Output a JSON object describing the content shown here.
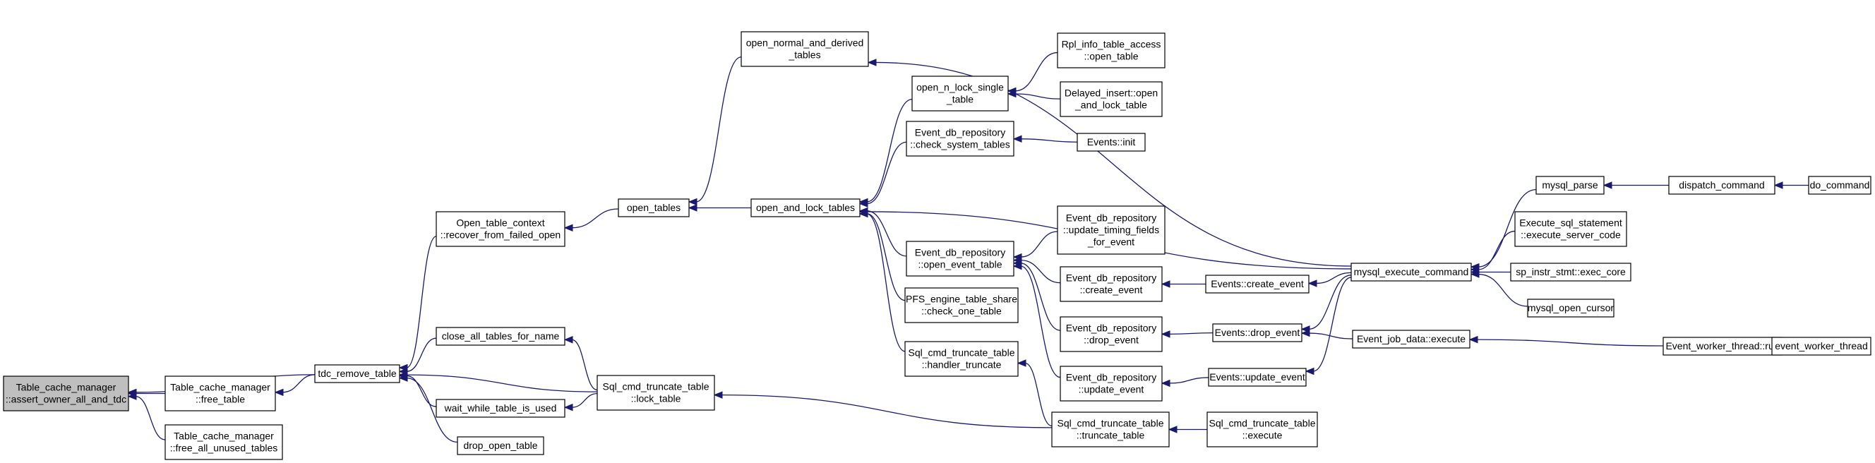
{
  "graph": {
    "nodes": [
      {
        "id": "root",
        "lines": [
          "Table_cache_manager",
          "::assert_owner_all_and_tdc"
        ],
        "root": true
      },
      {
        "id": "free_table",
        "lines": [
          "Table_cache_manager",
          "::free_table"
        ]
      },
      {
        "id": "free_all_unused",
        "lines": [
          "Table_cache_manager",
          "::free_all_unused_tables"
        ]
      },
      {
        "id": "tdc_remove_table",
        "lines": [
          "tdc_remove_table"
        ]
      },
      {
        "id": "recover",
        "lines": [
          "Open_table_context",
          "::recover_from_failed_open"
        ]
      },
      {
        "id": "close_all",
        "lines": [
          "close_all_tables_for_name"
        ]
      },
      {
        "id": "wait_while",
        "lines": [
          "wait_while_table_is_used"
        ]
      },
      {
        "id": "drop_open",
        "lines": [
          "drop_open_table"
        ]
      },
      {
        "id": "lock_table",
        "lines": [
          "Sql_cmd_truncate_table",
          "::lock_table"
        ]
      },
      {
        "id": "open_tables",
        "lines": [
          "open_tables"
        ]
      },
      {
        "id": "open_normal",
        "lines": [
          "open_normal_and_derived",
          "_tables"
        ]
      },
      {
        "id": "open_and_lock",
        "lines": [
          "open_and_lock_tables"
        ]
      },
      {
        "id": "open_n_lock_single",
        "lines": [
          "open_n_lock_single",
          "_table"
        ]
      },
      {
        "id": "check_system",
        "lines": [
          "Event_db_repository",
          "::check_system_tables"
        ]
      },
      {
        "id": "open_event_table",
        "lines": [
          "Event_db_repository",
          "::open_event_table"
        ]
      },
      {
        "id": "pfs_check",
        "lines": [
          "PFS_engine_table_share",
          "::check_one_table"
        ]
      },
      {
        "id": "handler_truncate",
        "lines": [
          "Sql_cmd_truncate_table",
          "::handler_truncate"
        ]
      },
      {
        "id": "rpl_open",
        "lines": [
          "Rpl_info_table_access",
          "::open_table"
        ]
      },
      {
        "id": "delayed_open",
        "lines": [
          "Delayed_insert::open",
          "_and_lock_table"
        ]
      },
      {
        "id": "events_init",
        "lines": [
          "Events::init"
        ]
      },
      {
        "id": "update_timing",
        "lines": [
          "Event_db_repository",
          "::update_timing_fields",
          "_for_event"
        ]
      },
      {
        "id": "repo_create",
        "lines": [
          "Event_db_repository",
          "::create_event"
        ]
      },
      {
        "id": "repo_drop",
        "lines": [
          "Event_db_repository",
          "::drop_event"
        ]
      },
      {
        "id": "repo_update",
        "lines": [
          "Event_db_repository",
          "::update_event"
        ]
      },
      {
        "id": "truncate_table",
        "lines": [
          "Sql_cmd_truncate_table",
          "::truncate_table"
        ]
      },
      {
        "id": "ev_create",
        "lines": [
          "Events::create_event"
        ]
      },
      {
        "id": "ev_drop",
        "lines": [
          "Events::drop_event"
        ]
      },
      {
        "id": "ev_update",
        "lines": [
          "Events::update_event"
        ]
      },
      {
        "id": "trunc_execute",
        "lines": [
          "Sql_cmd_truncate_table",
          "::execute"
        ]
      },
      {
        "id": "mysql_execute",
        "lines": [
          "mysql_execute_command"
        ]
      },
      {
        "id": "job_execute",
        "lines": [
          "Event_job_data::execute"
        ]
      },
      {
        "id": "mysql_parse",
        "lines": [
          "mysql_parse"
        ]
      },
      {
        "id": "exec_server",
        "lines": [
          "Execute_sql_statement",
          "::execute_server_code"
        ]
      },
      {
        "id": "sp_exec",
        "lines": [
          "sp_instr_stmt::exec_core"
        ]
      },
      {
        "id": "open_cursor",
        "lines": [
          "mysql_open_cursor"
        ]
      },
      {
        "id": "worker_run",
        "lines": [
          "Event_worker_thread::run"
        ]
      },
      {
        "id": "dispatch",
        "lines": [
          "dispatch_command"
        ]
      },
      {
        "id": "do_command",
        "lines": [
          "do_command"
        ]
      },
      {
        "id": "event_worker",
        "lines": [
          "event_worker_thread"
        ]
      }
    ],
    "edges": [
      [
        "tdc_remove_table",
        "root"
      ],
      [
        "free_table",
        "root"
      ],
      [
        "free_all_unused",
        "root"
      ],
      [
        "tdc_remove_table",
        "free_table"
      ],
      [
        "recover",
        "tdc_remove_table"
      ],
      [
        "close_all",
        "tdc_remove_table"
      ],
      [
        "lock_table",
        "tdc_remove_table"
      ],
      [
        "wait_while",
        "tdc_remove_table"
      ],
      [
        "drop_open",
        "tdc_remove_table"
      ],
      [
        "open_tables",
        "recover"
      ],
      [
        "lock_table",
        "close_all"
      ],
      [
        "lock_table",
        "wait_while"
      ],
      [
        "truncate_table",
        "lock_table"
      ],
      [
        "open_normal",
        "open_tables"
      ],
      [
        "open_and_lock",
        "open_tables"
      ],
      [
        "mysql_execute",
        "open_normal"
      ],
      [
        "open_n_lock_single",
        "open_and_lock"
      ],
      [
        "check_system",
        "open_and_lock"
      ],
      [
        "mysql_execute",
        "open_and_lock"
      ],
      [
        "open_event_table",
        "open_and_lock"
      ],
      [
        "pfs_check",
        "open_and_lock"
      ],
      [
        "handler_truncate",
        "open_and_lock"
      ],
      [
        "rpl_open",
        "open_n_lock_single"
      ],
      [
        "delayed_open",
        "open_n_lock_single"
      ],
      [
        "events_init",
        "check_system"
      ],
      [
        "update_timing",
        "open_event_table"
      ],
      [
        "repo_create",
        "open_event_table"
      ],
      [
        "repo_drop",
        "open_event_table"
      ],
      [
        "repo_update",
        "open_event_table"
      ],
      [
        "truncate_table",
        "handler_truncate"
      ],
      [
        "ev_create",
        "repo_create"
      ],
      [
        "ev_drop",
        "repo_drop"
      ],
      [
        "ev_update",
        "repo_update"
      ],
      [
        "trunc_execute",
        "truncate_table"
      ],
      [
        "mysql_execute",
        "ev_create"
      ],
      [
        "mysql_execute",
        "ev_drop"
      ],
      [
        "mysql_execute",
        "ev_update"
      ],
      [
        "job_execute",
        "ev_drop"
      ],
      [
        "mysql_parse",
        "mysql_execute"
      ],
      [
        "exec_server",
        "mysql_execute"
      ],
      [
        "sp_exec",
        "mysql_execute"
      ],
      [
        "open_cursor",
        "mysql_execute"
      ],
      [
        "worker_run",
        "job_execute"
      ],
      [
        "dispatch",
        "mysql_parse"
      ],
      [
        "do_command",
        "dispatch"
      ],
      [
        "event_worker",
        "worker_run"
      ]
    ]
  }
}
